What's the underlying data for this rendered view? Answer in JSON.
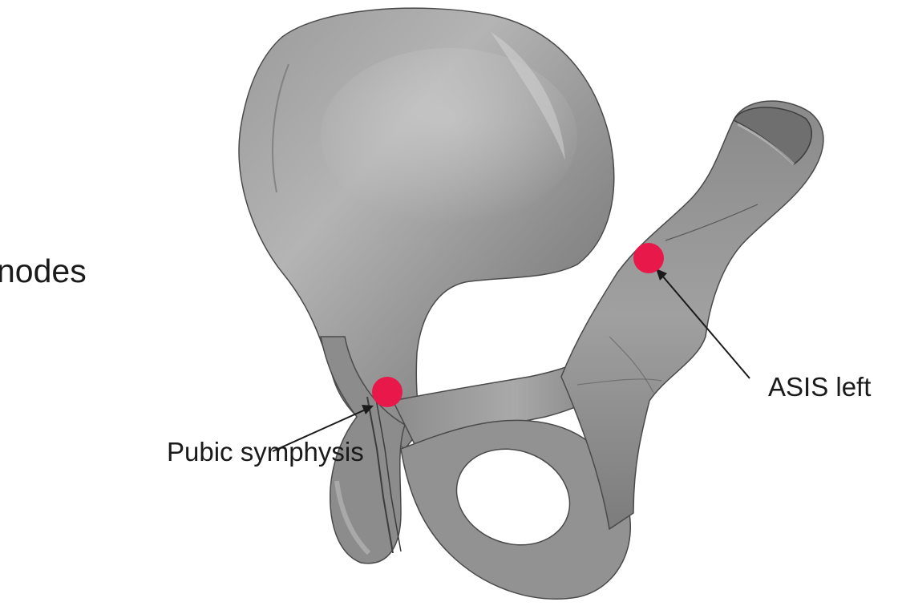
{
  "partial_text": "nodes",
  "labels": {
    "pubic_symphysis": "Pubic symphysis",
    "asis_left": "ASIS left"
  },
  "colors": {
    "bone": "#8f8f8f",
    "bone_light": "#c9c9c9",
    "bone_dark": "#5e5e5e",
    "marker": "#e8184a",
    "arrow": "#1a1a1a"
  },
  "icons": {
    "marker": "red-circle-landmark-marker"
  }
}
